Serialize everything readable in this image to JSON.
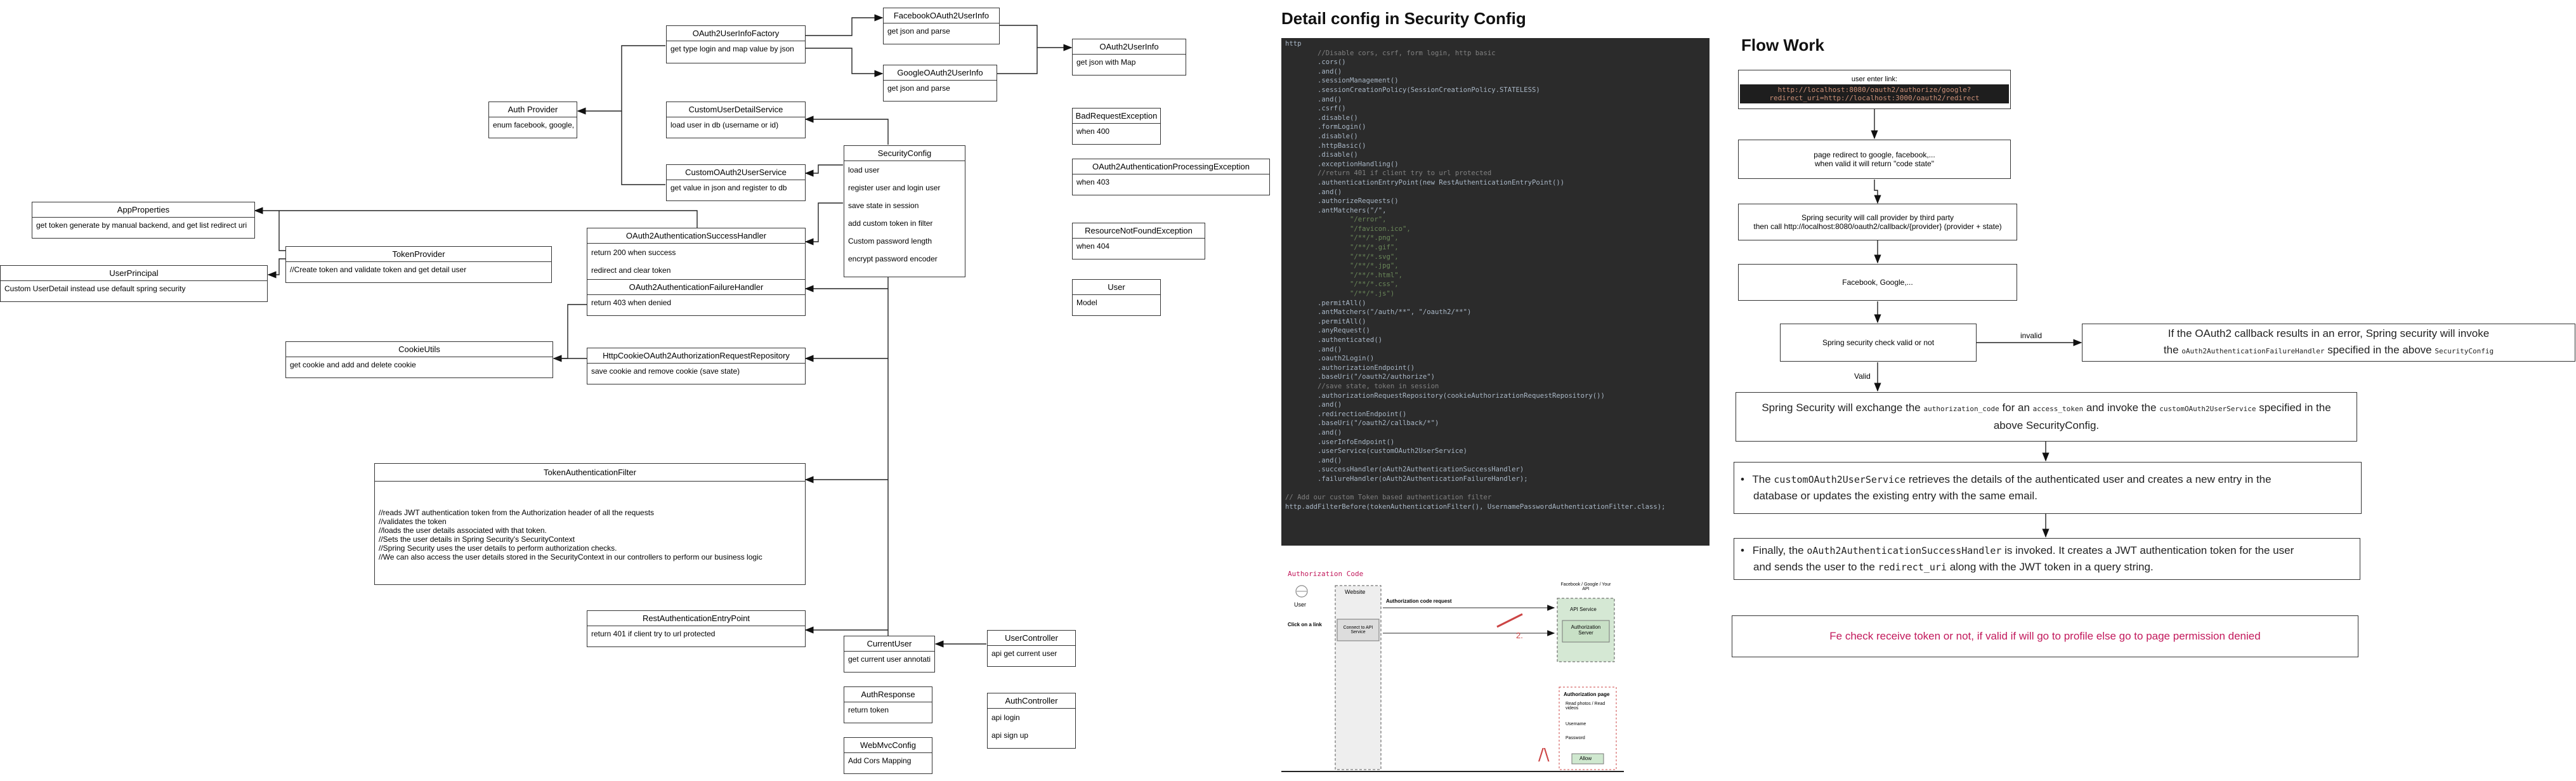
{
  "left_diagram": {
    "oauth2_factory": {
      "title": "OAuth2UserInfoFactory",
      "rows": [
        "get type login and map value by json"
      ]
    },
    "facebook_info": {
      "title": "FacebookOAuth2UserInfo",
      "rows": [
        "get json and parse"
      ]
    },
    "google_info": {
      "title": "GoogleOAuth2UserInfo",
      "rows": [
        "get json and parse"
      ]
    },
    "oauth2_userinfo": {
      "title": "OAuth2UserInfo",
      "rows": [
        "get json with Map"
      ]
    },
    "auth_provider": {
      "title": "Auth Provider",
      "rows": [
        "enum facebook, google,"
      ]
    },
    "custom_user_detail": {
      "title": "CustomUserDetailService",
      "rows": [
        "load user in db (username or id)"
      ]
    },
    "custom_oauth2_user": {
      "title": "CustomOAuth2UserService",
      "rows": [
        "get value in json and register to db"
      ]
    },
    "security_config": {
      "title": "SecurityConfig",
      "rows": [
        "load user",
        "register user and login user",
        "save state in session",
        "add custom token in filter",
        "Custom password length",
        "encrypt password encoder"
      ]
    },
    "app_properties": {
      "title": "AppProperties",
      "rows": [
        "get token generate by manual backend, and get list redirect uri"
      ]
    },
    "success_handler": {
      "title": "OAuth2AuthenticationSuccessHandler",
      "rows": [
        "return 200 when success",
        "redirect and clear token"
      ]
    },
    "bad_request": {
      "title": "BadRequestException",
      "rows": [
        "when 400"
      ]
    },
    "processing_exception": {
      "title": "OAuth2AuthenticationProcessingException",
      "rows": [
        "when 403"
      ]
    },
    "not_found": {
      "title": "ResourceNotFoundException",
      "rows": [
        "when 404"
      ]
    },
    "user_model": {
      "title": "User",
      "rows": [
        "Model"
      ]
    },
    "token_provider": {
      "title": "TokenProvider",
      "rows": [
        "//Create token and validate token and get detail user"
      ]
    },
    "user_principal": {
      "title": "UserPrincipal",
      "rows": [
        "Custom UserDetail instead use default spring security"
      ]
    },
    "failure_handler": {
      "title": "OAuth2AuthenticationFailureHandler",
      "rows": [
        "return 403 when denied"
      ]
    },
    "cookie_utils": {
      "title": "CookieUtils",
      "rows": [
        "get cookie and add and delete cookie"
      ]
    },
    "cookie_repo": {
      "title": "HttpCookieOAuth2AuthorizationRequestRepository",
      "rows": [
        "save cookie and remove cookie (save state)"
      ]
    },
    "token_filter": {
      "title": "TokenAuthenticationFilter",
      "rows": [
        "//reads JWT authentication token from the Authorization header of all the requests",
        "//validates the token",
        "//loads the user details associated with that token.",
        "//Sets the user details in Spring Security's SecurityContext",
        "//Spring Security uses the user details to perform authorization checks.",
        "//We can also access the user details stored in the SecurityContext in our controllers to perform our business logic"
      ]
    },
    "entry_point": {
      "title": "RestAuthenticationEntryPoint",
      "rows": [
        "return 401 if client try to url protected"
      ]
    },
    "current_user": {
      "title": "CurrentUser",
      "rows": [
        "get current user annotati"
      ]
    },
    "user_controller": {
      "title": "UserController",
      "rows": [
        "api get current user"
      ]
    },
    "auth_response": {
      "title": "AuthResponse",
      "rows": [
        "return token"
      ]
    },
    "auth_controller": {
      "title": "AuthController",
      "rows": [
        "api login",
        "api sign up"
      ]
    },
    "webmvc_config": {
      "title": "WebMvcConfig",
      "rows": [
        "Add Cors Mapping"
      ]
    }
  },
  "middle": {
    "title": "Detail config in Security Config",
    "code_lines": [
      {
        "t": "http",
        "c": "pl"
      },
      {
        "t": "        //Disable cors, csrf, form login, http basic",
        "c": "cm"
      },
      {
        "t": "        .cors()",
        "c": "pl"
      },
      {
        "t": "        .and()",
        "c": "pl"
      },
      {
        "t": "        .sessionManagement()",
        "c": "pl"
      },
      {
        "t": "        .sessionCreationPolicy(SessionCreationPolicy.STATELESS)",
        "c": "pl"
      },
      {
        "t": "        .and()",
        "c": "pl"
      },
      {
        "t": "        .csrf()",
        "c": "pl"
      },
      {
        "t": "        .disable()",
        "c": "pl"
      },
      {
        "t": "        .formLogin()",
        "c": "pl"
      },
      {
        "t": "        .disable()",
        "c": "pl"
      },
      {
        "t": "        .httpBasic()",
        "c": "pl"
      },
      {
        "t": "        .disable()",
        "c": "pl"
      },
      {
        "t": "        .exceptionHandling()",
        "c": "pl"
      },
      {
        "t": "        //return 401 if client try to url protected",
        "c": "cm"
      },
      {
        "t": "        .authenticationEntryPoint(new RestAuthenticationEntryPoint())",
        "c": "pl"
      },
      {
        "t": "        .and()",
        "c": "pl"
      },
      {
        "t": "        .authorizeRequests()",
        "c": "pl"
      },
      {
        "t": "        .antMatchers(\"/\",",
        "c": "pl"
      },
      {
        "t": "                \"/error\",",
        "c": "st"
      },
      {
        "t": "                \"/favicon.ico\",",
        "c": "st"
      },
      {
        "t": "                \"/**/*.png\",",
        "c": "st"
      },
      {
        "t": "                \"/**/*.gif\",",
        "c": "st"
      },
      {
        "t": "                \"/**/*.svg\",",
        "c": "st"
      },
      {
        "t": "                \"/**/*.jpg\",",
        "c": "st"
      },
      {
        "t": "                \"/**/*.html\",",
        "c": "st"
      },
      {
        "t": "                \"/**/*.css\",",
        "c": "st"
      },
      {
        "t": "                \"/**/*.js\")",
        "c": "st"
      },
      {
        "t": "        .permitAll()",
        "c": "pl"
      },
      {
        "t": "        .antMatchers(\"/auth/**\", \"/oauth2/**\")",
        "c": "pl"
      },
      {
        "t": "        .permitAll()",
        "c": "pl"
      },
      {
        "t": "        .anyRequest()",
        "c": "pl"
      },
      {
        "t": "        .authenticated()",
        "c": "pl"
      },
      {
        "t": "        .and()",
        "c": "pl"
      },
      {
        "t": "        .oauth2Login()",
        "c": "pl"
      },
      {
        "t": "        .authorizationEndpoint()",
        "c": "pl"
      },
      {
        "t": "        .baseUri(\"/oauth2/authorize\")",
        "c": "pl"
      },
      {
        "t": "        //save state, token in session",
        "c": "cm"
      },
      {
        "t": "        .authorizationRequestRepository(cookieAuthorizationRequestRepository())",
        "c": "pl"
      },
      {
        "t": "        .and()",
        "c": "pl"
      },
      {
        "t": "        .redirectionEndpoint()",
        "c": "pl"
      },
      {
        "t": "        .baseUri(\"/oauth2/callback/*\")",
        "c": "pl"
      },
      {
        "t": "        .and()",
        "c": "pl"
      },
      {
        "t": "        .userInfoEndpoint()",
        "c": "pl"
      },
      {
        "t": "        .userService(customOAuth2UserService)",
        "c": "pl"
      },
      {
        "t": "        .and()",
        "c": "pl"
      },
      {
        "t": "        .successHandler(oAuth2AuthenticationSuccessHandler)",
        "c": "pl"
      },
      {
        "t": "        .failureHandler(oAuth2AuthenticationFailureHandler);",
        "c": "pl"
      },
      {
        "t": "",
        "c": "pl"
      },
      {
        "t": "// Add our custom Token based authentication filter",
        "c": "cm"
      },
      {
        "t": "http.addFilterBefore(tokenAuthenticationFilter(), UsernamePasswordAuthenticationFilter.class);",
        "c": "pl"
      }
    ],
    "figure": {
      "caption": "Authorization Code",
      "user": "User",
      "website": "Website",
      "click_login": "Click on a link",
      "connect_api": "Connect to API Service",
      "auth_code_request": "Authorization code request",
      "facebook_google": "Facebook / Google / Your API",
      "api_service": "API Service",
      "auth_server": "Authorization Server",
      "auth_page": "Authorization page",
      "grant_text": "Read photos / Read videos",
      "allow": "Allow",
      "username": "Username",
      "password": "Password",
      "number_two": "2."
    }
  },
  "flow": {
    "title": "Flow Work",
    "user_enter": "user enter link:",
    "link_line1": "http://localhost:8080/oauth2/authorize/google?",
    "link_line2": "redirect_uri=http://localhost:3000/oauth2/redirect",
    "redirect": "page redirect to google, facebook,...",
    "redirect2": "when valid it will return \"code state\"",
    "callprovider": "Spring security will call provider by third party",
    "callprovider2": "then call http://localhost:8080/oauth2/callback/{provider} (provider + state)",
    "fb": "Facebook, Google,...",
    "check": "Spring security check valid or not",
    "invalid_label": "invalid",
    "valid_label": "Valid",
    "invalid_box_1": "If the OAuth2 callback results in an error, Spring security will invoke",
    "invalid_box_2a": "the",
    "invalid_box_2b": "oAuth2AuthenticationFailureHandler",
    "invalid_box_2c": "specified in the above",
    "invalid_box_2d": "SecurityConfig",
    "exchange_a": "Spring Security will exchange the",
    "exchange_b": "authorization_code",
    "exchange_c": "for an",
    "exchange_d": "access_token",
    "exchange_e": "and invoke the",
    "exchange_f": "customOAuth2UserService",
    "exchange_g": "specified in the",
    "exchange_h": "above SecurityConfig.",
    "step_b_a": "The",
    "step_b_b": "customOAuth2UserService",
    "step_b_c": "retrieves the details of the authenticated user and creates a new entry in the",
    "step_b_d": "database or updates the existing entry with the same email.",
    "step_c_a": "Finally, the",
    "step_c_b": "oAuth2AuthenticationSuccessHandler",
    "step_c_c": "is invoked. It creates a JWT authentication token for the user",
    "step_c_d": "and sends the user to the",
    "step_c_e": "redirect_uri",
    "step_c_f": "along with the JWT token in a query string.",
    "final": "Fe check receive token or not, if valid if will go to profile else go to page permission denied"
  }
}
